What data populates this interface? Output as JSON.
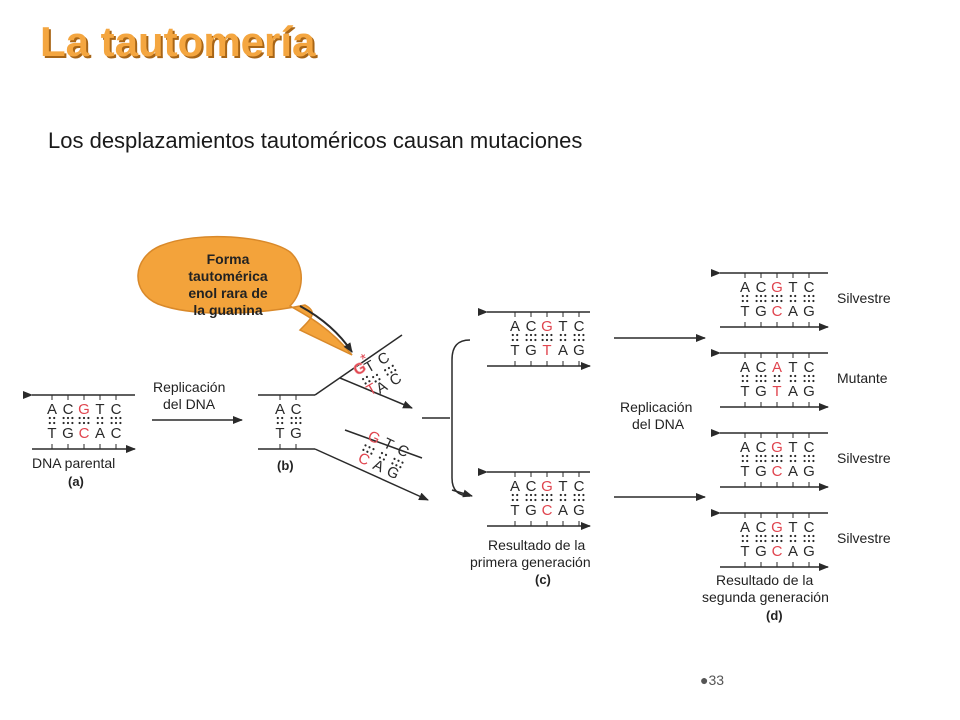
{
  "title": "La tautomería",
  "subtitle": "Los desplazamientos tautoméricos causan mutaciones",
  "page_number": "33",
  "colors": {
    "title": "#f4a640",
    "title_shadow": "#a86516",
    "mutation": "#e0454f",
    "bubble": "#f3a33b",
    "strand": "#2a2a2a"
  },
  "bubble": {
    "lines": [
      "Forma",
      "tautomérica",
      "enol rara de",
      "la guanina"
    ]
  },
  "parental": {
    "top": [
      "A",
      "C",
      "G",
      "T",
      "C"
    ],
    "bottom": [
      "T",
      "G",
      "C",
      "A",
      "C"
    ],
    "caption": "DNA parental",
    "panel": "(a)"
  },
  "replication_label_1": [
    "Replicación",
    "del DNA"
  ],
  "panel_b": {
    "stem_top": [
      "A",
      "C"
    ],
    "stem_bottom": [
      "T",
      "G"
    ],
    "upper_top": [
      "T",
      "C"
    ],
    "upper_bottom": [
      "A",
      "C"
    ],
    "upper_rare": [
      "G",
      "*",
      "T"
    ],
    "lower_top": [
      "G",
      "T",
      "C"
    ],
    "lower_bottom": [
      "C",
      "A",
      "G"
    ],
    "panel": "(b)"
  },
  "first_gen": {
    "upper": {
      "top": [
        "A",
        "C",
        "G",
        "T",
        "C"
      ],
      "bottom": [
        "T",
        "G",
        "T",
        "A",
        "G"
      ]
    },
    "lower": {
      "top": [
        "A",
        "C",
        "G",
        "T",
        "C"
      ],
      "bottom": [
        "T",
        "G",
        "C",
        "A",
        "G"
      ]
    },
    "caption": [
      "Resultado de la",
      "primera generación"
    ],
    "panel": "(c)"
  },
  "replication_label_2": [
    "Replicación",
    "del DNA"
  ],
  "second_gen": {
    "rows": [
      {
        "top": [
          "A",
          "C",
          "G",
          "T",
          "C"
        ],
        "bottom": [
          "T",
          "G",
          "C",
          "A",
          "G"
        ],
        "label": "Silvestre"
      },
      {
        "top": [
          "A",
          "C",
          "A",
          "T",
          "C"
        ],
        "bottom": [
          "T",
          "G",
          "T",
          "A",
          "G"
        ],
        "label": "Mutante"
      },
      {
        "top": [
          "A",
          "C",
          "G",
          "T",
          "C"
        ],
        "bottom": [
          "T",
          "G",
          "C",
          "A",
          "G"
        ],
        "label": "Silvestre"
      },
      {
        "top": [
          "A",
          "C",
          "G",
          "T",
          "C"
        ],
        "bottom": [
          "T",
          "G",
          "C",
          "A",
          "G"
        ],
        "label": "Silvestre"
      }
    ],
    "caption": [
      "Resultado de la",
      "segunda generación"
    ],
    "panel": "(d)"
  }
}
